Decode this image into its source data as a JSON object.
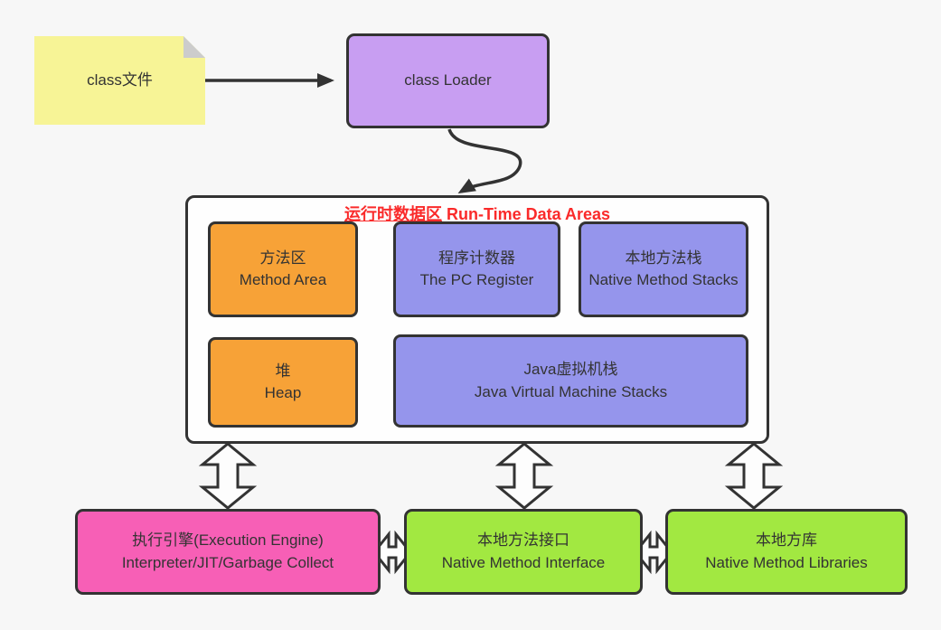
{
  "palette": {
    "background": "#f7f7f7",
    "stroke": "#333333",
    "note_yellow": "#f7f496",
    "note_fold_gray": "#cccccc",
    "loader_purple": "#c89ef2",
    "area_orange": "#f7a237",
    "area_periwinkle": "#9595ec",
    "engine_pink": "#f75fb6",
    "native_green": "#a2e841",
    "runtime_fill_white": "#fefefe",
    "title_red": "#fa2a2a",
    "double_arrow_fill": "#fdfdfd"
  },
  "icons": {
    "flow_arrow": "solid line with filled triangle head",
    "curved_flow_arrow": "s-curve line with filled triangle head",
    "double_block_arrow": "white outlined bidirectional block arrow"
  },
  "nodes": {
    "class_file": {
      "label": "class文件"
    },
    "class_loader": {
      "label": "class Loader"
    },
    "runtime": {
      "title_zh": "运行时数据区",
      "title_en": "Run-Time Data Areas",
      "method_area": "方法区\nMethod Area",
      "pc_register": "程序计数器\nThe PC Register",
      "native_method_stacks": "本地方法栈\nNative Method Stacks",
      "heap": "堆\nHeap",
      "jvm_stacks": "Java虚拟机栈\nJava Virtual Machine Stacks"
    },
    "execution_engine": {
      "label": "执行引擎(Execution Engine)\nInterpreter/JIT/Garbage Collect"
    },
    "native_method_interface": {
      "label": "本地方法接口\nNative Method Interface"
    },
    "native_method_libraries": {
      "label": "本地方库\nNative Method Libraries"
    }
  }
}
